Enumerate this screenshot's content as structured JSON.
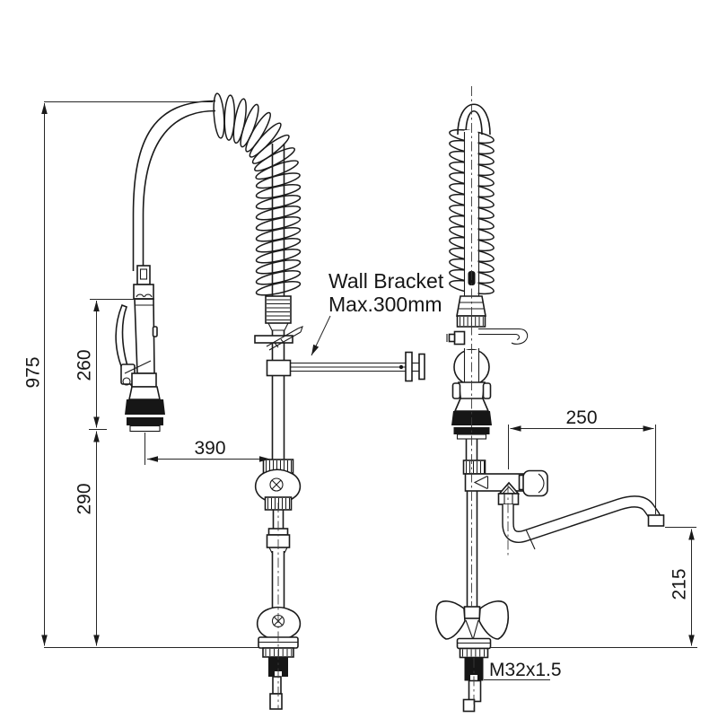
{
  "drawing": {
    "colors": {
      "line": "#1a1a1a",
      "background": "#ffffff",
      "fill_dark": "#161616"
    },
    "dimensions": {
      "overall_height": "975",
      "spray_gun_length": "260",
      "spray_gun_clearance": "290",
      "spray_gun_offset": "390",
      "spout_reach": "250",
      "spout_outlet_height": "215"
    },
    "annotations": {
      "wall_bracket_line1": "Wall Bracket",
      "wall_bracket_line2": "Max.300mm",
      "thread_size": "M32x1.5"
    }
  }
}
